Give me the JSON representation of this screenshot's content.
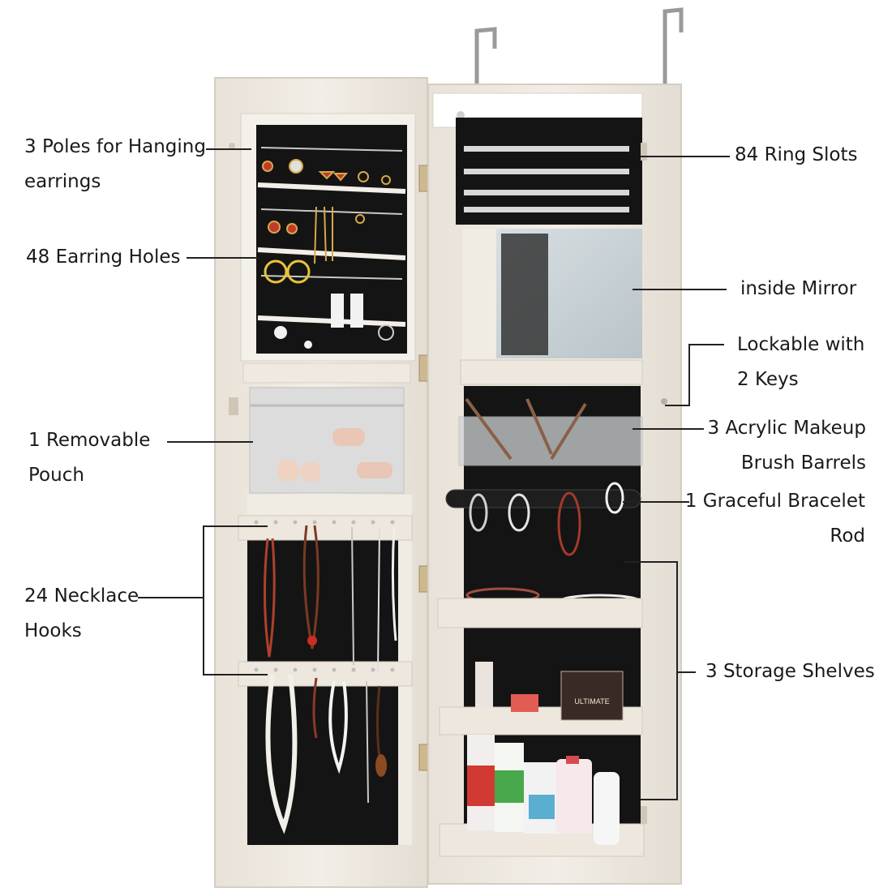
{
  "labels": {
    "poles": [
      "3 Poles for Hanging",
      "earrings"
    ],
    "earring_holes": [
      "48 Earring Holes"
    ],
    "pouch": [
      "1 Removable",
      "Pouch"
    ],
    "necklace": [
      "24 Necklace",
      "Hooks"
    ],
    "ring_slots": [
      "84 Ring Slots"
    ],
    "mirror": [
      "inside Mirror"
    ],
    "lockable": [
      "Lockable with",
      "2 Keys"
    ],
    "acrylic": [
      "3 Acrylic Makeup",
      "Brush Barrels"
    ],
    "bracelet": [
      "1 Graceful Bracelet",
      "Rod"
    ],
    "shelves": [
      "3 Storage Shelves"
    ]
  },
  "product_text": {
    "palette": "ULTIMATE"
  },
  "colors": {
    "cabinet": "#ece6de",
    "interior": "#141414",
    "mirror": "#c9d2d6"
  }
}
